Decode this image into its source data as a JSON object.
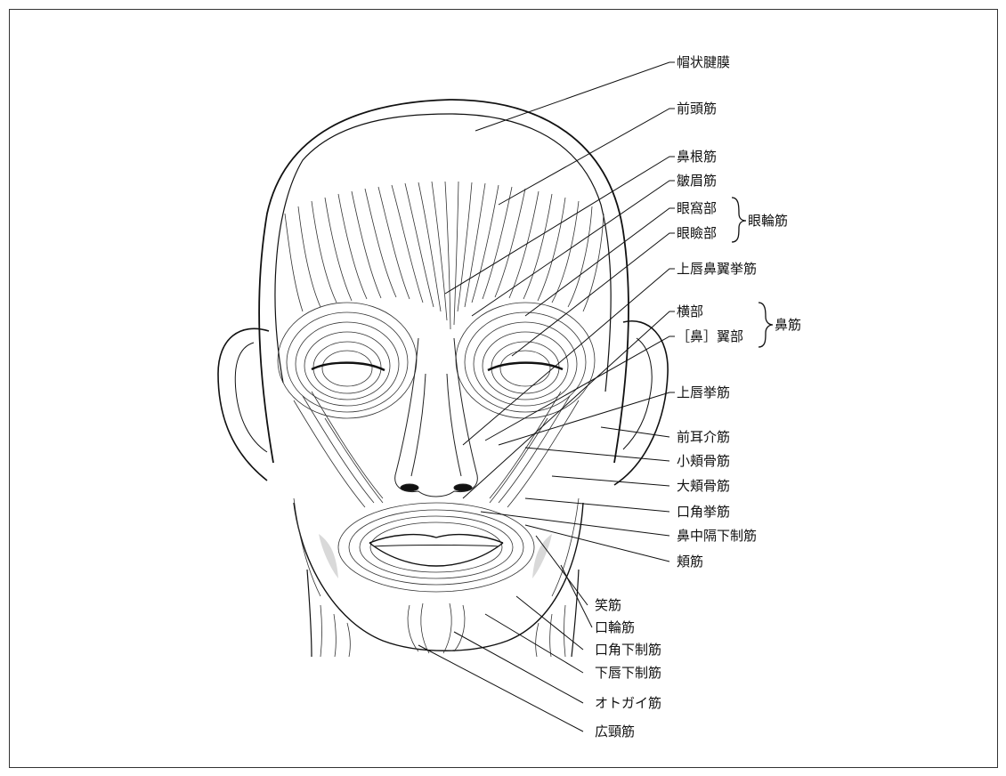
{
  "labels": {
    "galea": "帽状腱膜",
    "frontalis": "前頭筋",
    "procerus": "鼻根筋",
    "corrugator": "皺眉筋",
    "orbital_part": "眼窩部",
    "palpebral_part": "眼瞼部",
    "orbicularis_oculi": "眼輪筋",
    "levator_labii_alaeque": "上唇鼻翼挙筋",
    "transverse_part": "横部",
    "alar_part": "［鼻］翼部",
    "nasalis": "鼻筋",
    "levator_labii": "上唇挙筋",
    "auricularis_anterior": "前耳介筋",
    "zygomaticus_minor": "小頬骨筋",
    "zygomaticus_major": "大頬骨筋",
    "levator_anguli_oris": "口角挙筋",
    "depressor_septi": "鼻中隔下制筋",
    "buccinator": "頬筋",
    "risorius": "笑筋",
    "orbicularis_oris": "口輪筋",
    "depressor_anguli_oris": "口角下制筋",
    "depressor_labii_inferioris": "下唇下制筋",
    "mentalis": "オトガイ筋",
    "platysma": "広頸筋"
  },
  "colors": {
    "line": "#111111",
    "muscle_fiber": "#333333",
    "shade": "#d9d9d9"
  }
}
